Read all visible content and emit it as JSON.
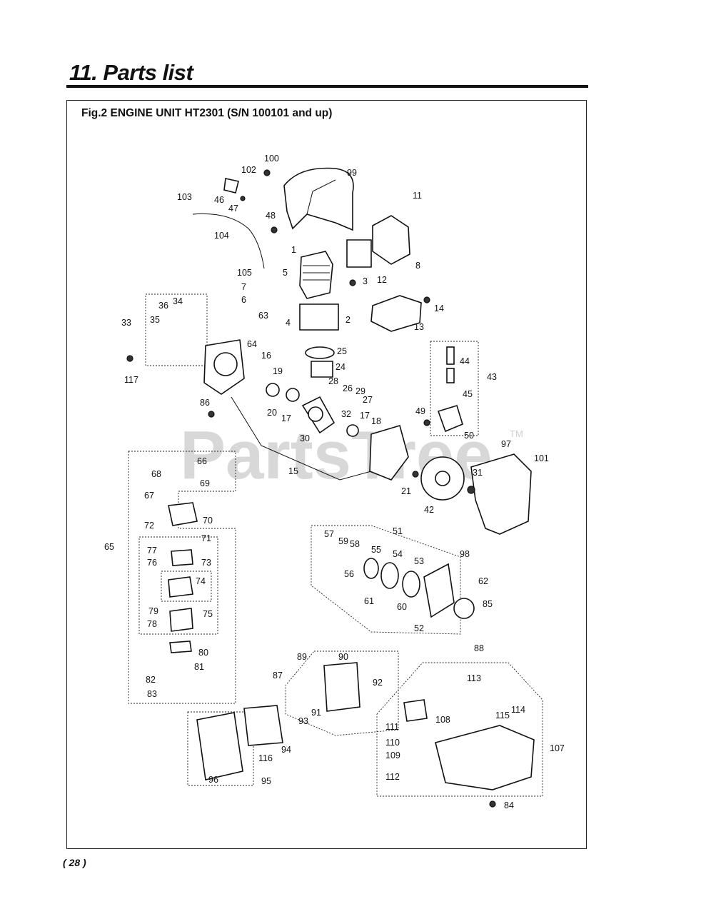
{
  "page": {
    "section_title": "11. Parts list",
    "figure_title": "Fig.2 ENGINE UNIT HT2301  (S/N 100101 and up)",
    "page_number": "( 28 )"
  },
  "watermark": {
    "text": "PartsTree",
    "trademark": "TM"
  },
  "callouts": [
    "1",
    "2",
    "3",
    "4",
    "5",
    "6",
    "7",
    "8",
    "11",
    "12",
    "13",
    "14",
    "15",
    "16",
    "17",
    "18",
    "19",
    "20",
    "21",
    "24",
    "25",
    "26",
    "27",
    "28",
    "29",
    "30",
    "31",
    "32",
    "33",
    "34",
    "35",
    "36",
    "42",
    "43",
    "44",
    "45",
    "47",
    "46",
    "48",
    "49",
    "50",
    "51",
    "52",
    "53",
    "54",
    "55",
    "56",
    "57",
    "58",
    "59",
    "60",
    "61",
    "62",
    "63",
    "64",
    "65",
    "66",
    "67",
    "68",
    "69",
    "70",
    "71",
    "72",
    "73",
    "74",
    "75",
    "76",
    "77",
    "78",
    "79",
    "80",
    "81",
    "82",
    "83",
    "84",
    "85",
    "86",
    "87",
    "88",
    "89",
    "90",
    "91",
    "92",
    "93",
    "94",
    "95",
    "96",
    "97",
    "98",
    "99",
    "100",
    "101",
    "102",
    "103",
    "104",
    "105",
    "107",
    "108",
    "109",
    "110",
    "111",
    "112",
    "113",
    "114",
    "115",
    "116",
    "117"
  ]
}
